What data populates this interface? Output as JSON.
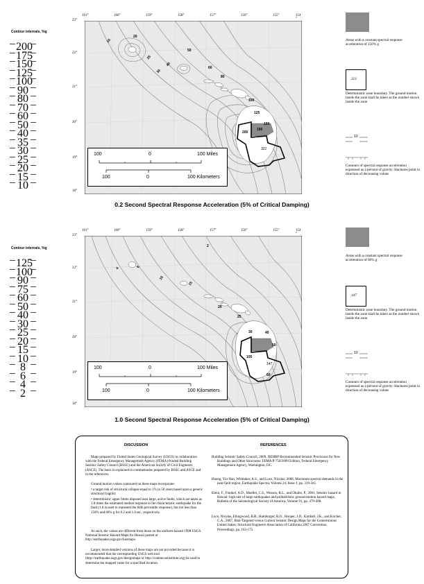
{
  "legend_top": {
    "title": "Contour intervals, %g",
    "values": [
      "200",
      "175",
      "150",
      "125",
      "100",
      "90",
      "80",
      "70",
      "60",
      "50",
      "40",
      "35",
      "30",
      "25",
      "20",
      "15",
      "10"
    ]
  },
  "legend_bottom": {
    "title": "Contour intervals, %g",
    "values": [
      "125",
      "100",
      "90",
      "75",
      "60",
      "50",
      "40",
      "30",
      "25",
      "20",
      "15",
      "10",
      "8",
      "6",
      "4",
      "2"
    ]
  },
  "map_top": {
    "lon_ticks": [
      "161°",
      "160°",
      "159°",
      "158°",
      "157°",
      "156°",
      "155°",
      "154 °"
    ],
    "lat_ticks": [
      "23°",
      "22°",
      "21°",
      "20°",
      "19°",
      "18°"
    ],
    "contour_labels": [
      "10",
      "20",
      "25",
      "30",
      "40",
      "50",
      "60",
      "80",
      "100",
      "125",
      "150",
      "200",
      "150",
      "321"
    ],
    "scale_miles": [
      "100",
      "0",
      "100 Miles"
    ],
    "scale_km": [
      "100",
      "0",
      "100 Kilometers"
    ],
    "title": "0.2 Second Spectral Response Acceleration (5% of Critical Damping)"
  },
  "map_bottom": {
    "lon_ticks": [
      "161°",
      "160°",
      "159°",
      "158°",
      "157°",
      "156°",
      "155°",
      "154 °"
    ],
    "lat_ticks": [
      "23°",
      "22°",
      "21°",
      "20°",
      "19°",
      "18°"
    ],
    "contour_labels": [
      "2",
      "4",
      "6",
      "10",
      "15",
      "20",
      "25",
      "30",
      "40",
      "50",
      "60",
      "105",
      "147"
    ],
    "scale_miles": [
      "100",
      "0",
      "100 Miles"
    ],
    "scale_km": [
      "100",
      "0",
      "100 Kilometers"
    ],
    "title": "1.0 Second Spectral Response Acceleration (5% of Critical Damping)"
  },
  "right_legend_top": {
    "area_text": "Areas with a constant spectral response acceleration of 150% g",
    "zone_value": "321",
    "zone_text": "Deterministic zone boundary.  The ground motion inside the zone shall be taken as the number shown inside the zone",
    "contour_label": "10",
    "contour_text": "Contours of spectral response acceleration expressed as a percent of gravity.  Hachures point in direction of decreasing values"
  },
  "right_legend_bottom": {
    "area_text": "Areas with a constant spectral response acceleration of 60% g",
    "zone_value": "147",
    "zone_text": "Deterministic zone boundary.  The ground motion inside the zone shall be taken as the number shown inside the zone.",
    "contour_label": "10",
    "contour_text": "Contours of spectral response acceleration expressed as a percent of gravity.  Hachures point in direction of decreasing values"
  },
  "discussion": {
    "heading": "DISCUSSION",
    "p1": "Maps prepared by United States Geological Survey (USGS) in collaboration with the Federal Emergency Management Agency (FEMA)-funded Building Seismic Safety Council (BSSC) and the American Society of Civil Engineers (ASCE).  The basis is explained in commentaries prepared by BSSC and ASCE and in the references.",
    "p2": "Ground motion values contoured on these maps incorporate:",
    "b1": "a target risk of structural collapse equal to 1% in 50 years based upon a generic structural fragility",
    "b2": "deterministic upper limits imposed near large, active faults, which are taken as 1.8 times the estimated median response to the characteristic earthquake for the fault (1.8 is used to represent  the 84th percentile response), but not less than 150% and 60% g for 0.2 and 1.0 sec, respectively.",
    "p3": "As such, the values are different from those on the uniform-hazard 1998 USGS National Seismic Hazard Maps for Hawaii posted at http://earthquake.usgs.gov/hazmaps.",
    "p4": "Larger, more detailed versions of these maps are not provided because it is recommended that the corresponding USGS web tool (http://earthquake.usgs.gov/designmaps or http://content.seinstitute.org) be used to determine the mapped value for a specified location."
  },
  "references": {
    "heading": "REFERENCES",
    "r1": "Building Seismic Safety Council, 2009, NEHRP Recommended Seismic Provisions for New Buildings and Other Structures: FEMA P-750/2009 Edition, Federal Emergency Management Agency, Washington, DC.",
    "r2": "Huang, Yin-Nan, Whittaker, A.S., and Luco, Nicolas, 2008, Maximum spectral demands in the near-fault region, Earthquake Spectra, Volume 24, Issue 1, pp. 319-341.",
    "r3": "Klein, F., Frankel, A.D., Mueller, C.S., Wesson, R.L., and Okubo, P., 2001, Seismic hazard in Hawaii: high rate of large earthquakes and probabilistic ground-motion hazard maps, Bulletin of the Seismological Society of America, Volume 91, pp. 479-498.",
    "r4": "Luco, Nicolas, Ellingwood, B.R., Hamburger, R.O., Hooper, J.D., Kimball, J.K., and Kircher, C.A., 2007, Risk-Targeted versus Current Seismic Design Maps for the Conterminous United States, Structural Engineers Association of California 2007 Convention Proceedings, pp. 163-175."
  },
  "colors": {
    "map_bg": "#e9e9e9",
    "zone_fill": "#8c8c8c",
    "contour": "#7a7a7a"
  }
}
